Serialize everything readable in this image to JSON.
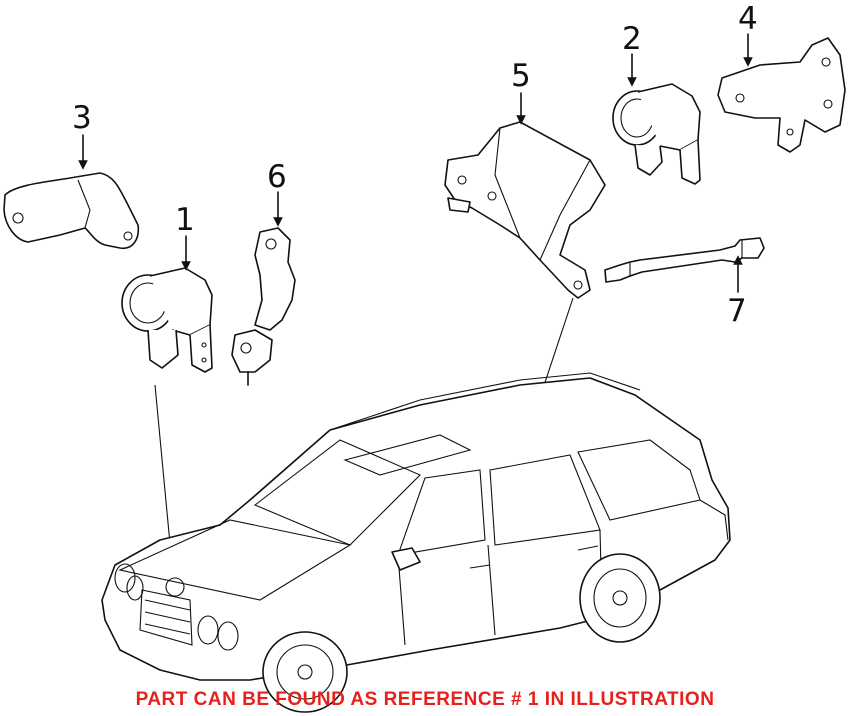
{
  "callouts": {
    "c1": "1",
    "c2": "2",
    "c3": "3",
    "c4": "4",
    "c5": "5",
    "c6": "6",
    "c7": "7"
  },
  "caption": {
    "text": "PART CAN BE FOUND AS REFERENCE # 1 IN ILLUSTRATION",
    "color": "#e8201b"
  }
}
